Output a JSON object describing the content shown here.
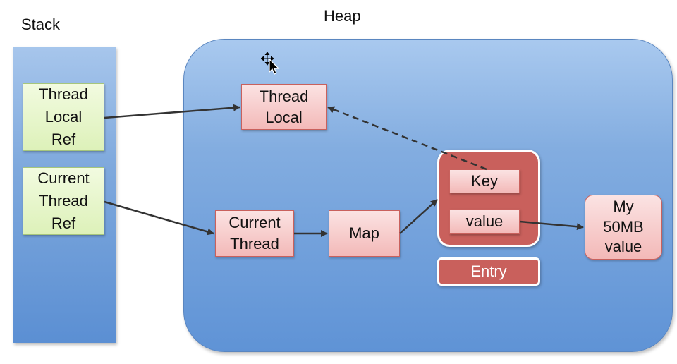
{
  "titles": {
    "stack": "Stack",
    "heap": "Heap"
  },
  "stack": {
    "thread_local_ref": "Thread\nLocal\nRef",
    "current_thread_ref": "Current\nThread\nRef"
  },
  "heap": {
    "thread_local": "Thread\nLocal",
    "current_thread": "Current\nThread",
    "map": "Map",
    "entry": {
      "key": "Key",
      "value": "value",
      "label": "Entry"
    },
    "big_value": "My\n50MB\nvalue"
  },
  "icons": {
    "cursor": "move-cursor-icon"
  },
  "colors": {
    "stack_blue": "#7fa9dd",
    "heap_blue": "#83ade0",
    "ref_green": "#ddf1b9",
    "object_pink": "#f3b9b8",
    "entry_red": "#c9605c",
    "arrow": "#333333"
  }
}
